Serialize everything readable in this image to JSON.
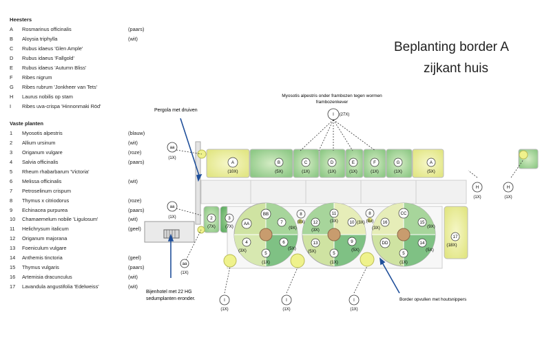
{
  "title": {
    "line1": "Beplanting border A",
    "line2": "zijkant huis"
  },
  "legend": {
    "shrubs_heading": "Heesters",
    "shrubs": [
      {
        "key": "A",
        "name": "Rosmarinus officinalis",
        "color": "(paars)"
      },
      {
        "key": "B",
        "name": "Aloysia triphylla",
        "color": "(wit)"
      },
      {
        "key": "C",
        "name": "Rubus idaeus 'Glen Ample'",
        "color": ""
      },
      {
        "key": "D",
        "name": "Rubus idaeus 'Fallgold'",
        "color": ""
      },
      {
        "key": "E",
        "name": "Rubus idaeus 'Autumn Bliss'",
        "color": ""
      },
      {
        "key": "F",
        "name": "Ribes nigrum",
        "color": ""
      },
      {
        "key": "G",
        "name": "Ribes rubrum 'Jonkheer van Tets'",
        "color": ""
      },
      {
        "key": "H",
        "name": "Laurus nobilis op stam",
        "color": ""
      },
      {
        "key": "I",
        "name": "Ribes uva-crispa 'Hinnonmaki Röd'",
        "color": ""
      }
    ],
    "perennials_heading": "Vaste planten",
    "perennials": [
      {
        "key": "1",
        "name": "Myosotis alpestris",
        "color": "(blauw)"
      },
      {
        "key": "2",
        "name": "Allium ursinum",
        "color": "(wit)"
      },
      {
        "key": "3",
        "name": "Origanum vulgare",
        "color": "(roze)"
      },
      {
        "key": "4",
        "name": "Salvia officinalis",
        "color": "(paars)"
      },
      {
        "key": "5",
        "name": "Rheum rhabarbarum 'Victoria'",
        "color": ""
      },
      {
        "key": "6",
        "name": "Melissa officinalis",
        "color": "(wit)"
      },
      {
        "key": "7",
        "name": "Petroselinum crispum",
        "color": ""
      },
      {
        "key": "8",
        "name": "Thymus x citriodorus",
        "color": "(roze)"
      },
      {
        "key": "9",
        "name": "Echinacea purpurea",
        "color": "(paars)"
      },
      {
        "key": "10",
        "name": "Chamaemelum nobile 'Ligulosum'",
        "color": "(wit)"
      },
      {
        "key": "11",
        "name": "Helichrysum italicum",
        "color": "(geel)"
      },
      {
        "key": "12",
        "name": "Origanum majorana",
        "color": ""
      },
      {
        "key": "13",
        "name": "Foeniculum vulgare",
        "color": ""
      },
      {
        "key": "14",
        "name": "Anthemis tinctoria",
        "color": "(geel)"
      },
      {
        "key": "15",
        "name": "Thymus vulgaris",
        "color": "(paars)"
      },
      {
        "key": "16",
        "name": "Artemisia dracunculus",
        "color": "(wit)"
      },
      {
        "key": "17",
        "name": "Lavandula angustifolia 'Edelweiss'",
        "color": "(wit)"
      }
    ]
  },
  "annotations": {
    "myosotis": "Myosotis alpestris onder frambozen tegen wormen",
    "myosotis2": "frambozenkever",
    "pergola": "Pergola met druiven",
    "bee1": "Bijenhotel met 22 HG",
    "bee2": "sedumplanten eronder.",
    "border": "Border opvullen met houtsnippers"
  },
  "labels": {
    "I": "I",
    "H": "H",
    "aa": "aa",
    "q27": "(27X)",
    "q1": "(1X)",
    "q5": "(5X)",
    "q10": "(10X)",
    "q7": "(7X)",
    "q9": "(9X)",
    "q3": "(3X)",
    "q8": "(8x)",
    "q18": "(18X)",
    "A": "A",
    "B": "B",
    "C": "C",
    "D": "D",
    "E": "E",
    "F": "F",
    "G": "G",
    "AA": "AA",
    "BB": "BB",
    "CC": "CC",
    "DD": "DD",
    "n1": "1",
    "n2": "2",
    "n3": "3",
    "n4": "4",
    "n5": "5",
    "n6": "6",
    "n7": "7",
    "n8": "8",
    "n9": "9",
    "n10": "10",
    "n11": "11",
    "n12": "12",
    "n13": "13",
    "n14": "14",
    "n15": "15",
    "n16": "16",
    "n17": "17"
  }
}
